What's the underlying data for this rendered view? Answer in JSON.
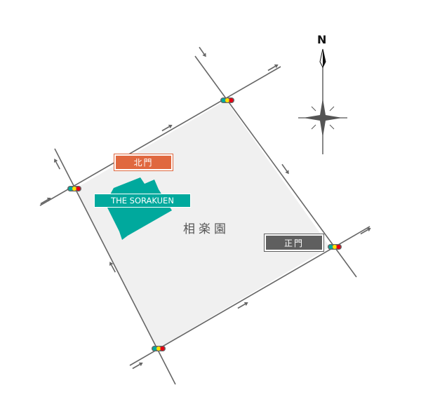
{
  "map": {
    "park_name": "相楽園",
    "building_label": "THE SORAKUEN",
    "north_gate_label": "北門",
    "main_gate_label": "正門",
    "compass_north": "N",
    "colors": {
      "park_fill": "#f0f0f0",
      "road": "#666666",
      "building": "#00a99d",
      "north_gate": "#e0683f",
      "main_gate": "#5f5f5f",
      "signal_green": "#00a99d",
      "signal_yellow": "#ffe100",
      "signal_red": "#e60012"
    }
  }
}
